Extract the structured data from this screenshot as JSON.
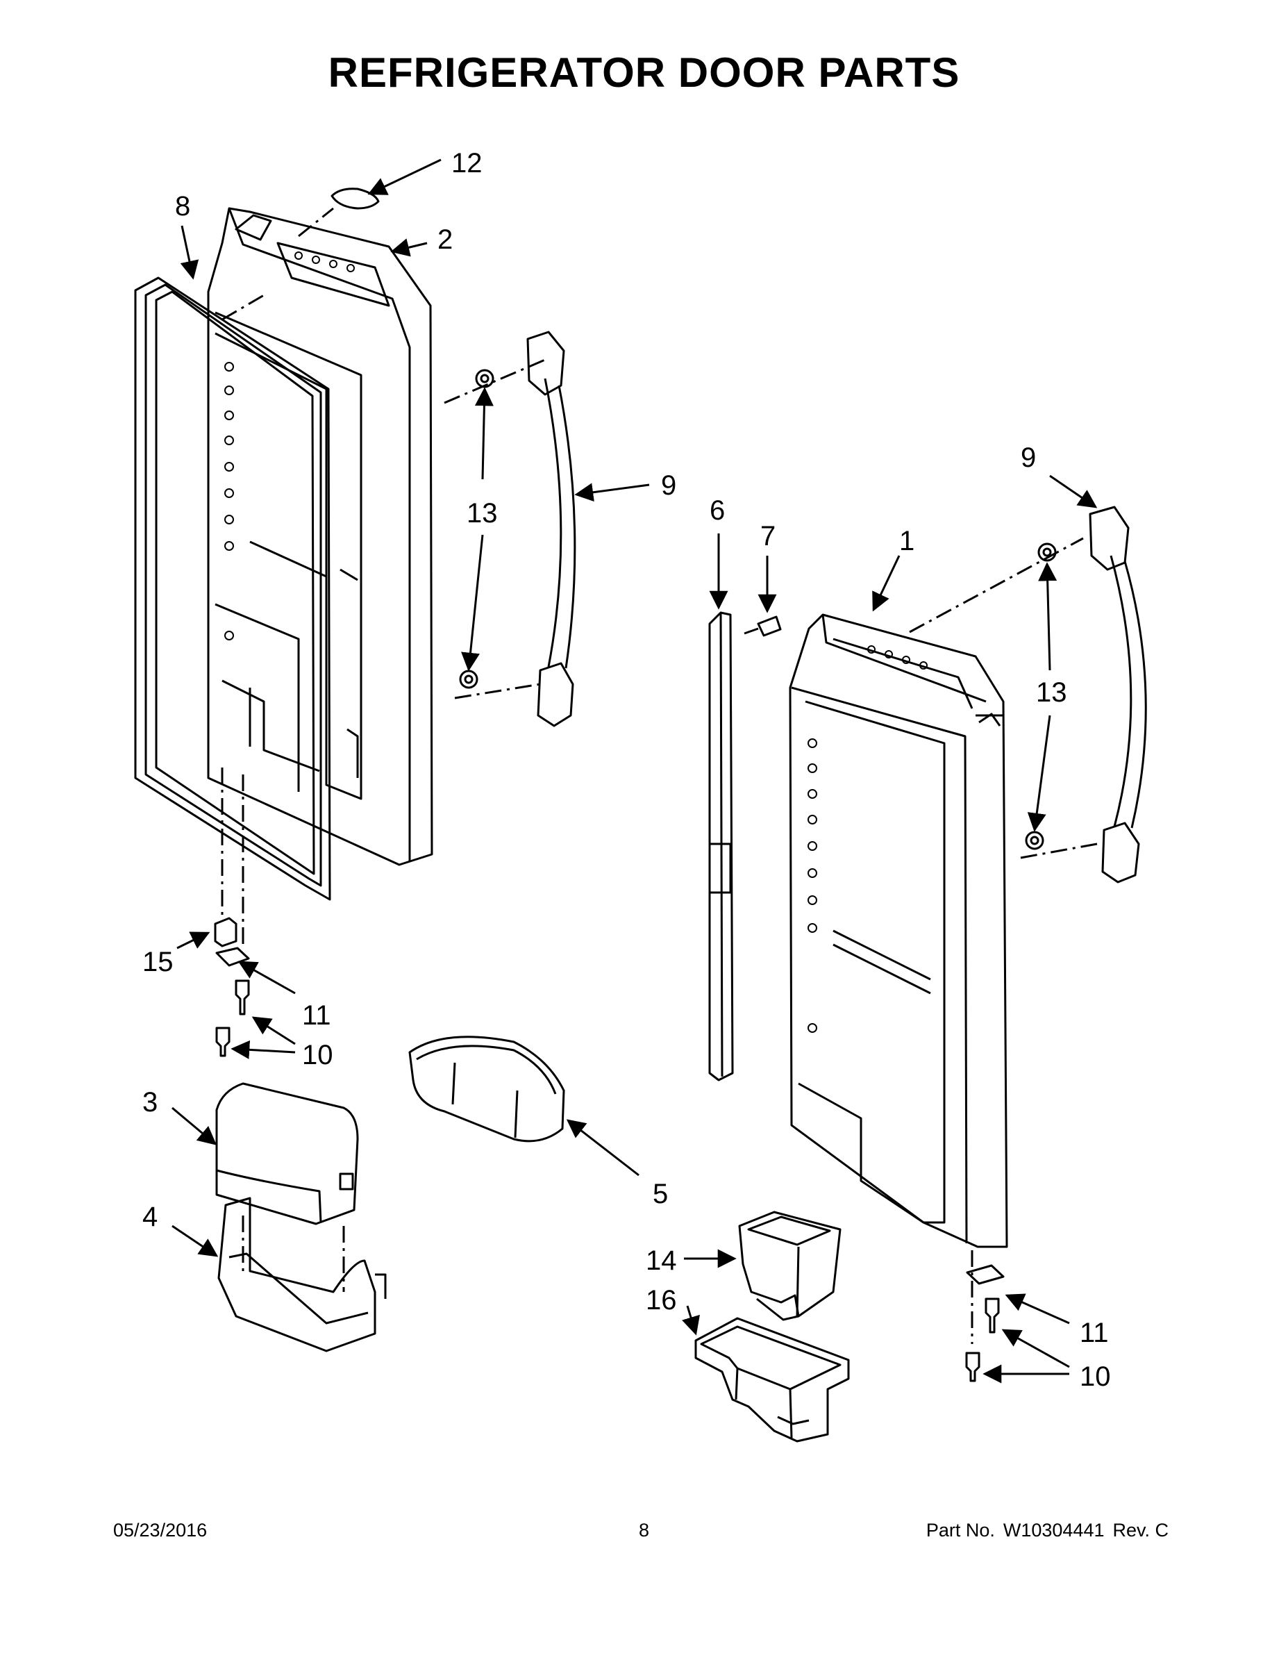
{
  "title": "REFRIGERATOR DOOR PARTS",
  "labels": {
    "l1": "1",
    "l2": "2",
    "l3": "3",
    "l4": "4",
    "l5": "5",
    "l6": "6",
    "l7": "7",
    "l8": "8",
    "l9a": "9",
    "l9b": "9",
    "l10a": "10",
    "l10b": "10",
    "l11a": "11",
    "l11b": "11",
    "l12": "12",
    "l13a": "13",
    "l13b": "13",
    "l14": "14",
    "l15": "15",
    "l16": "16"
  },
  "footer": {
    "date": "05/23/2016",
    "page": "8",
    "part_prefix": "Part No.",
    "part_number": "W10304441",
    "revision": "Rev.  C"
  }
}
